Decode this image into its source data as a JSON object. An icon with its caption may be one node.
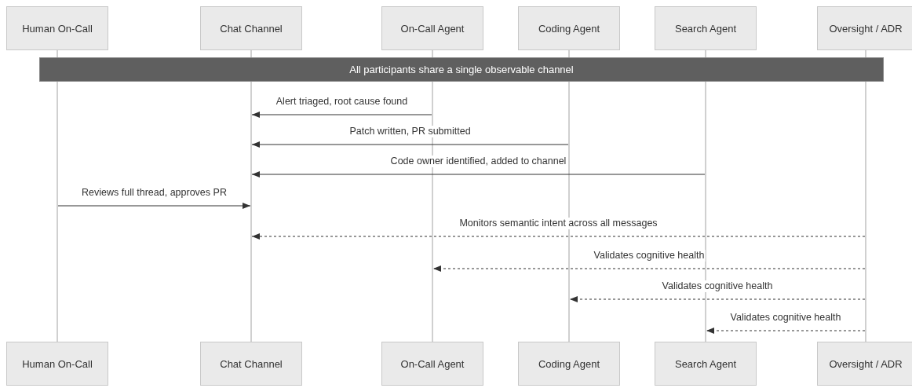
{
  "diagram": {
    "nodes": [
      {
        "text": [
          "Human On-Call"
        ]
      },
      {
        "text": [
          "Chat Channel"
        ]
      },
      {
        "text": [
          "On-Call Agent"
        ]
      },
      {
        "text": [
          "Coding Agent"
        ]
      },
      {
        "text": [
          "Search Agent"
        ]
      },
      {
        "text": [
          "Oversight / ADR"
        ]
      },
      {
        "text": [
          "Human On-Call"
        ]
      },
      {
        "text": [
          "Chat Channel"
        ]
      },
      {
        "text": [
          "On-Call Agent"
        ]
      },
      {
        "text": [
          "Coding Agent"
        ]
      },
      {
        "text": [
          "Search Agent"
        ]
      },
      {
        "text": [
          "Oversight / ADR"
        ]
      },
      {
        "text": [
          "All participants share a single observable channel"
        ]
      },
      {
        "text": [],
        "shape": "line"
      },
      {
        "text": [],
        "shape": "line"
      },
      {
        "text": [],
        "shape": "line"
      },
      {
        "text": [],
        "shape": "line"
      },
      {
        "text": [],
        "shape": "line"
      },
      {
        "text": [],
        "shape": "line"
      }
    ],
    "edges": [
      {
        "from": 15,
        "to": 14,
        "arrow": "to",
        "label": "Alert triaged, root cause found"
      },
      {
        "from": 16,
        "to": 14,
        "arrow": "to",
        "label": "Patch written, PR submitted"
      },
      {
        "from": 17,
        "to": 14,
        "arrow": "to",
        "label": "Code owner identified, added to channel"
      },
      {
        "from": 13,
        "to": 14,
        "arrow": "to",
        "label": "Reviews full thread, approves PR"
      },
      {
        "from": 18,
        "to": 14,
        "arrow": "to",
        "label": "Monitors semantic intent across all messages",
        "style": "dashed"
      },
      {
        "from": 18,
        "to": 15,
        "arrow": "to",
        "label": "Validates cognitive health",
        "style": "dashed"
      },
      {
        "from": 18,
        "to": 16,
        "arrow": "to",
        "label": "Validates cognitive health",
        "style": "dashed"
      },
      {
        "from": 18,
        "to": 17,
        "arrow": "to",
        "label": "Validates cognitive health",
        "style": "dashed"
      }
    ]
  }
}
